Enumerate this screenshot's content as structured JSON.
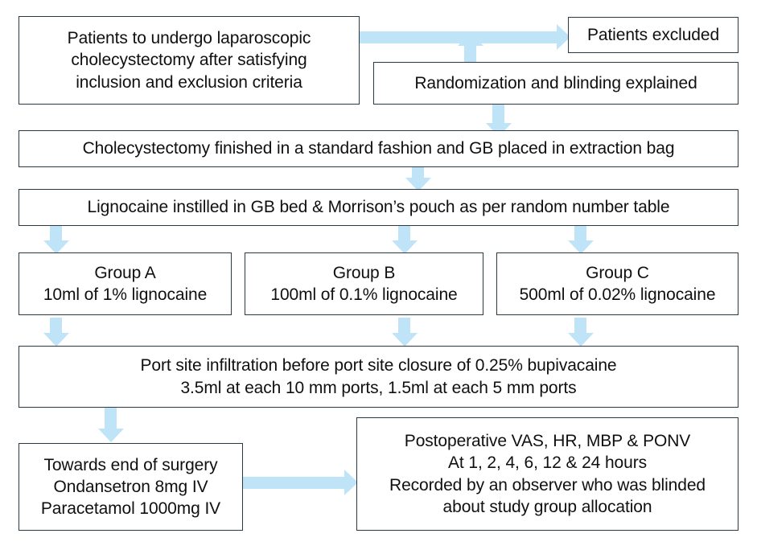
{
  "diagram": {
    "title": "Study flow diagram for laparoscopic cholecystectomy lignocaine trial",
    "accent_color": "#BFE4F7",
    "box_border_color": "#2b3a42",
    "text_color": "#101010",
    "background_color": "#ffffff"
  },
  "nodes": {
    "enrollment": {
      "name": "patients-to-undergo-box",
      "lines": [
        "Patients to undergo laparoscopic",
        "cholecystectomy after satisfying",
        "inclusion and exclusion criteria"
      ]
    },
    "excluded": {
      "name": "patients-excluded-box",
      "lines": [
        "Patients excluded"
      ]
    },
    "randomization": {
      "name": "randomization-box",
      "lines": [
        "Randomization and blinding explained"
      ]
    },
    "cholecystectomy": {
      "name": "cholecystectomy-finished-box",
      "lines": [
        "Cholecystectomy finished in a standard fashion and GB placed in extraction bag"
      ]
    },
    "lignocaine": {
      "name": "lignocaine-instilled-box",
      "lines": [
        "Lignocaine instilled in GB bed & Morrison’s pouch as per random number table"
      ]
    },
    "group_a": {
      "name": "group-a-box",
      "lines": [
        "Group A",
        "10ml of 1% lignocaine"
      ]
    },
    "group_b": {
      "name": "group-b-box",
      "lines": [
        "Group B",
        "100ml of 0.1% lignocaine"
      ]
    },
    "group_c": {
      "name": "group-c-box",
      "lines": [
        "Group C",
        "500ml of 0.02% lignocaine"
      ]
    },
    "port_site": {
      "name": "port-site-infiltration-box",
      "lines": [
        "Port site infiltration before port site closure of 0.25% bupivacaine",
        "3.5ml at each 10 mm ports, 1.5ml at each 5 mm ports"
      ]
    },
    "end_of_surgery": {
      "name": "towards-end-of-surgery-box",
      "lines": [
        "Towards end of surgery",
        "Ondansetron 8mg IV",
        "Paracetamol 1000mg IV"
      ]
    },
    "outcomes": {
      "name": "postoperative-outcomes-box",
      "lines": [
        "Postoperative VAS, HR, MBP & PONV",
        "At 1, 2, 4, 6, 12 & 24 hours",
        "Recorded by an observer who was blinded",
        "about study group allocation"
      ]
    }
  },
  "connectors": [
    {
      "id": "enrollment-to-excluded",
      "direction": "right"
    },
    {
      "id": "randomization-to-enrollment-flow",
      "direction": "up"
    },
    {
      "id": "randomization-to-cholecystectomy",
      "direction": "down"
    },
    {
      "id": "cholecystectomy-to-lignocaine",
      "direction": "down"
    },
    {
      "id": "lignocaine-to-group-a",
      "direction": "down"
    },
    {
      "id": "lignocaine-to-group-b",
      "direction": "down"
    },
    {
      "id": "lignocaine-to-group-c",
      "direction": "down"
    },
    {
      "id": "group-a-to-port-site",
      "direction": "down"
    },
    {
      "id": "group-b-to-port-site",
      "direction": "down"
    },
    {
      "id": "group-c-to-port-site",
      "direction": "down"
    },
    {
      "id": "port-site-to-end-of-surgery",
      "direction": "down"
    },
    {
      "id": "end-of-surgery-to-outcomes",
      "direction": "right"
    }
  ]
}
